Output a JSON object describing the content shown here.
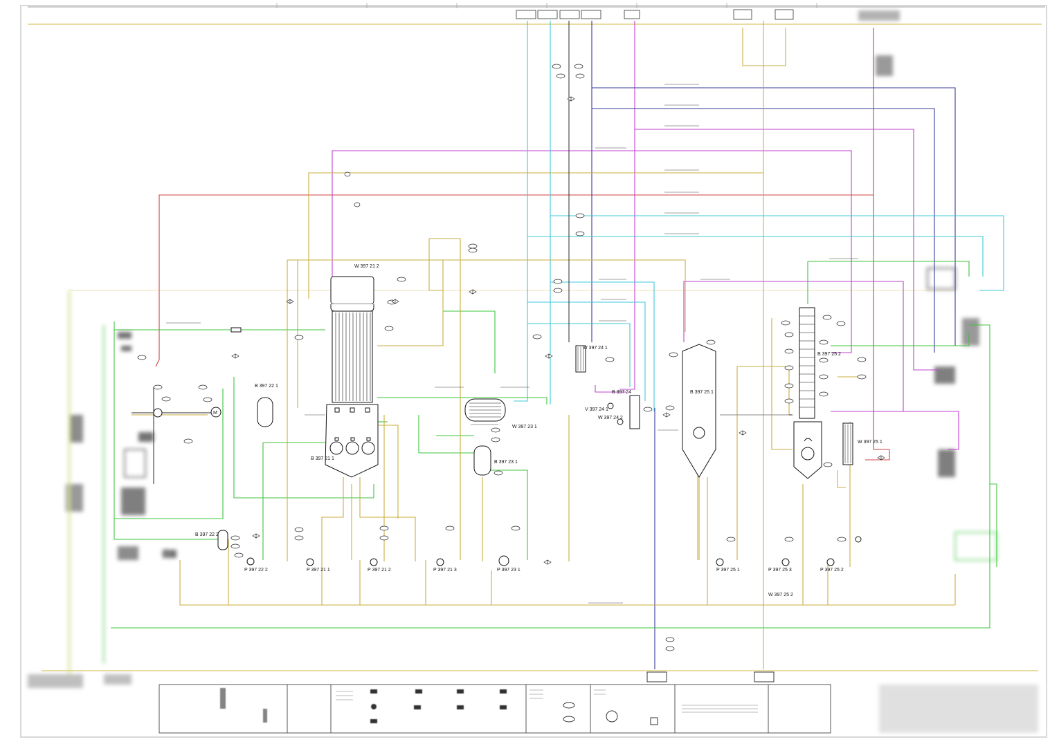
{
  "equipment": [
    {
      "id": "w1",
      "tag": "W 397 21 2"
    },
    {
      "id": "b2201",
      "tag": "B 397 22 1"
    },
    {
      "id": "b2101",
      "tag": "B 397 21 1"
    },
    {
      "id": "w2301",
      "tag": "W 397 23 1"
    },
    {
      "id": "b2301",
      "tag": "B 397 23 1"
    },
    {
      "id": "w2401",
      "tag": "W 397 24 1"
    },
    {
      "id": "b2401",
      "tag": "B 397 24"
    },
    {
      "id": "v2401",
      "tag": "V 397 24 1"
    },
    {
      "id": "w2402",
      "tag": "W 397 24 2"
    },
    {
      "id": "b2501",
      "tag": "B 397 25 1"
    },
    {
      "id": "b2502",
      "tag": "B 397 25 2"
    },
    {
      "id": "w2501",
      "tag": "W 397 25 1"
    },
    {
      "id": "w2502",
      "tag": "W 397 25 2"
    },
    {
      "id": "b2202",
      "tag": "B 397 22 2"
    },
    {
      "id": "p2202",
      "tag": "P 397 22 2"
    },
    {
      "id": "p2101",
      "tag": "P 397 21 1"
    },
    {
      "id": "p2102",
      "tag": "P 397 21 2"
    },
    {
      "id": "p2103",
      "tag": "P 397 21 3"
    },
    {
      "id": "p2301",
      "tag": "P 397 23 1"
    },
    {
      "id": "p2501",
      "tag": "P 397 25 1"
    },
    {
      "id": "p2503",
      "tag": "P 397 25 3"
    },
    {
      "id": "p2502",
      "tag": "P 397 25 2"
    }
  ],
  "colors": {
    "yellow": "#d4b840",
    "green": "#3ec43e",
    "cyan": "#3ec8d8",
    "magenta": "#c040d0",
    "red": "#d04040",
    "navy": "#3a3a9a",
    "black": "#222222",
    "grey": "#8a8a8a"
  }
}
